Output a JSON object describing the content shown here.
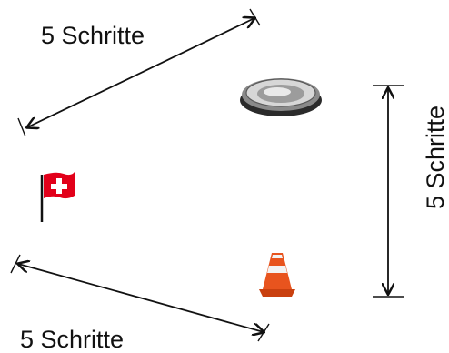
{
  "labels": {
    "top": "5 Schritte",
    "right": "5 Schritte",
    "bottom": "5 Schritte"
  },
  "objects": {
    "bowl": "dog-bowl-icon",
    "flag": "swiss-flag-icon",
    "cone": "traffic-cone-icon"
  },
  "colors": {
    "flag_red": "#e2001a",
    "cone_orange": "#e8541e",
    "arrow": "#111111"
  }
}
